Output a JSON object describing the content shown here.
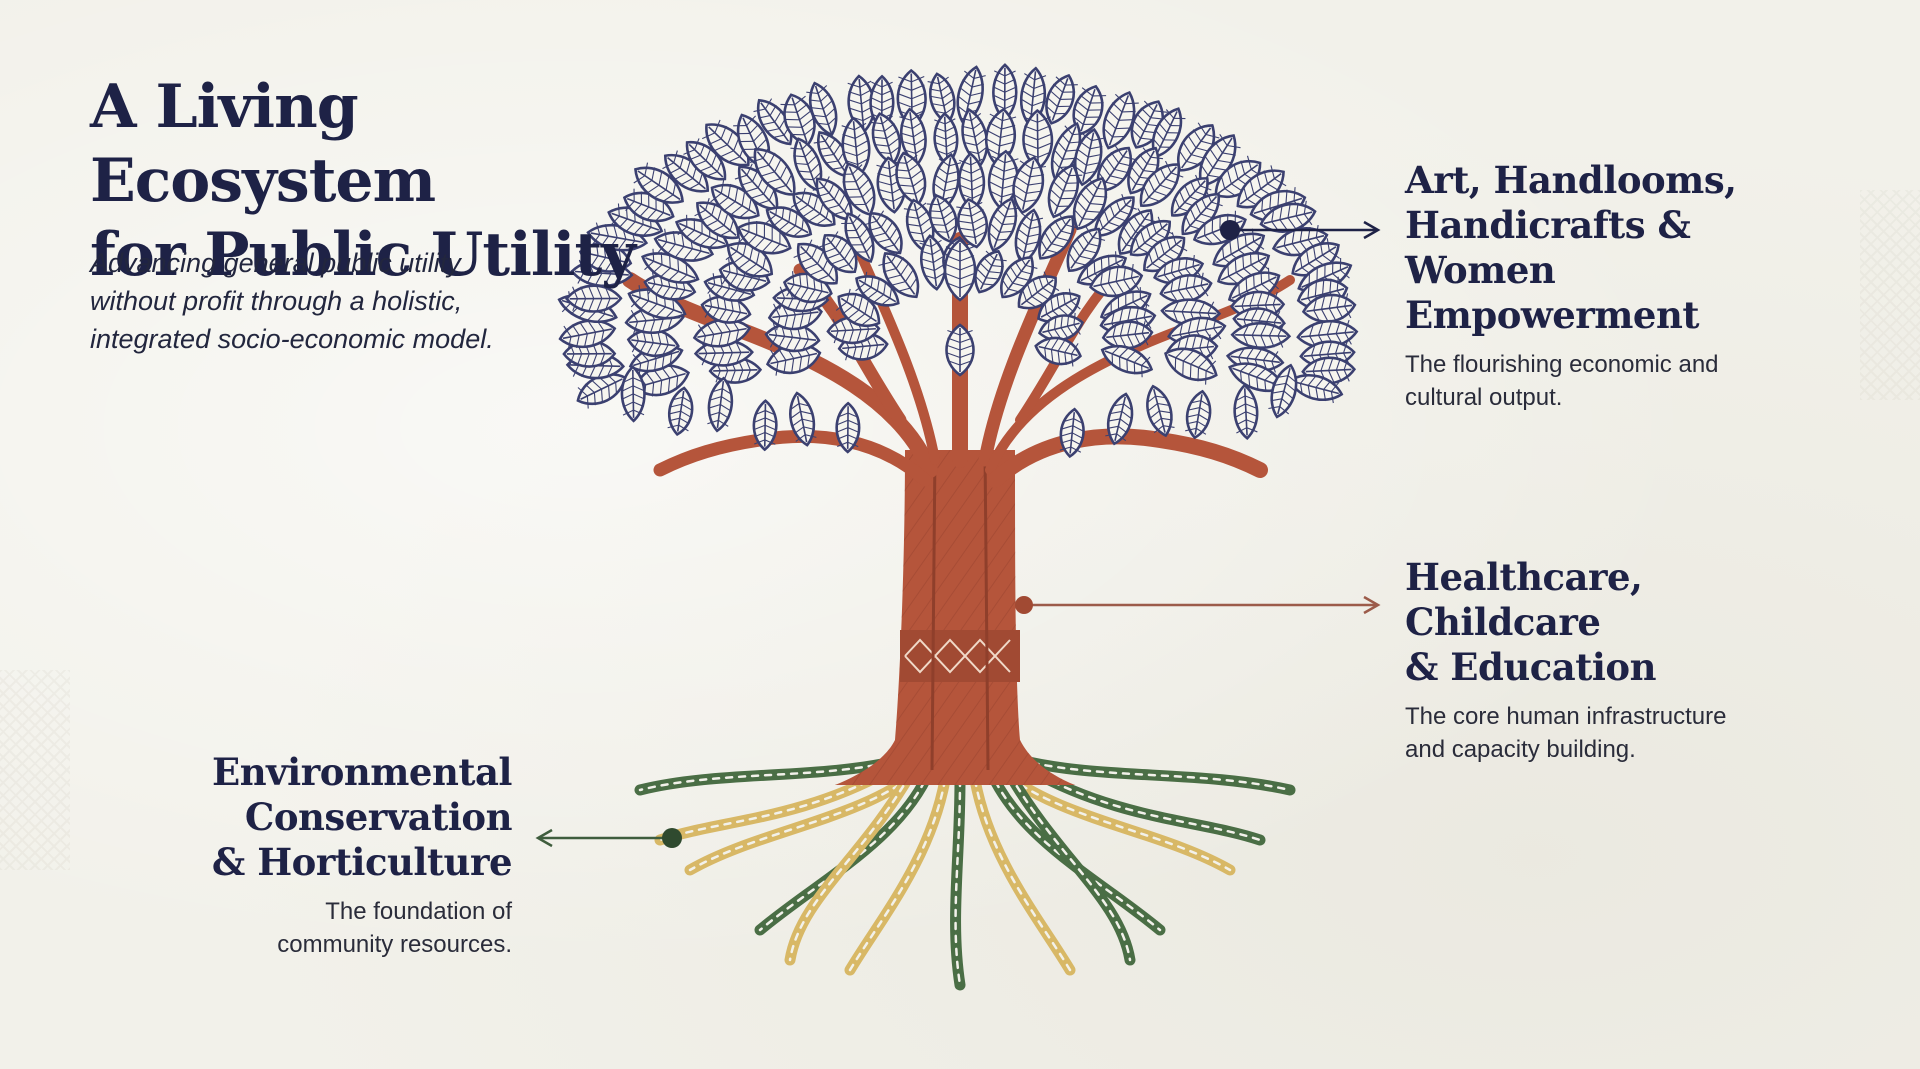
{
  "header": {
    "title_lines": [
      "A Living Ecosystem",
      "for Public Utility"
    ],
    "subtitle_lines": [
      "Advancing general public utility",
      "without profit through a holistic,",
      "integrated socio-economic model."
    ]
  },
  "nodes": [
    {
      "id": "art",
      "title_lines": [
        "Art, Handlooms,",
        "Handicrafts & Women",
        "Empowerment"
      ],
      "desc_lines": [
        "The flourishing economic and",
        "cultural output."
      ]
    },
    {
      "id": "health",
      "title_lines": [
        "Healthcare, Childcare",
        "& Education"
      ],
      "desc_lines": [
        "The core human infrastructure",
        "and capacity building."
      ]
    },
    {
      "id": "env",
      "title_lines": [
        "Environmental",
        "Conservation",
        "& Horticulture"
      ],
      "desc_lines": [
        "The foundation of",
        "community resources."
      ]
    }
  ],
  "icons": {
    "tree": "tree-of-life-icon",
    "leaves": "leaf-icon",
    "roots": "root-icon",
    "connector_end": "arrow-right-icon"
  },
  "colors": {
    "background": "#f2f1ea",
    "navy": "#1e2246",
    "canopy": "#3b4070",
    "trunk": "#b5553b",
    "root_green": "#4a6e45",
    "root_gold": "#d8b866",
    "connector_navy": "#1e2246",
    "connector_brown": "#9c5b4a",
    "connector_green": "#3f5d3d"
  }
}
